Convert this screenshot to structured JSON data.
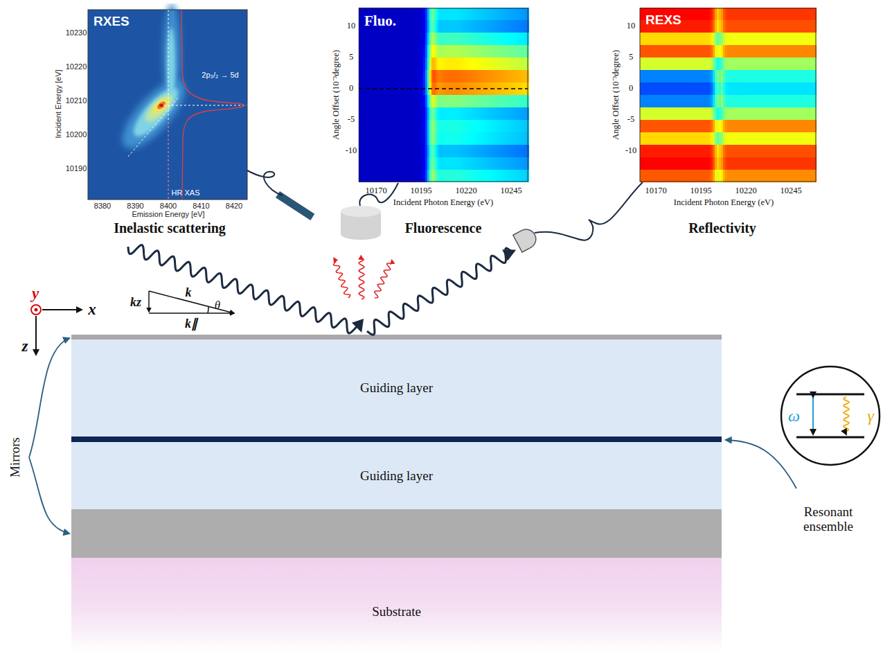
{
  "diagram": {
    "nodes": [
      {
        "text": [
          "RXES"
        ]
      },
      {
        "text": [
          "Fluo."
        ]
      },
      {
        "text": [
          "REXS"
        ]
      },
      {
        "text": [
          "Guiding layer"
        ]
      },
      {
        "text": [
          "Guiding layer"
        ]
      },
      {
        "text": [
          "Substrate"
        ]
      },
      {
        "text": [
          "ω",
          "γ"
        ]
      }
    ],
    "labels": [
      "10230",
      "10220",
      "10210",
      "10200",
      "10190",
      "8380",
      "8390",
      "8400",
      "8410",
      "8420",
      "Incident Energy [eV]",
      "Emission Energy [eV]",
      "2p₃/₂ → 5d",
      "HR XAS",
      "10",
      "5",
      "0",
      "-5",
      "-10",
      "10170",
      "10195",
      "10220",
      "10245",
      "Angle Offset (10⁻³degree)",
      "Incident Photon Energy (eV)",
      "10",
      "5",
      "0",
      "-5",
      "-10",
      "10170",
      "10195",
      "10220",
      "10245",
      "Angle Offset (10⁻³degree)",
      "Incident Photon Energy (eV)",
      "Inelastic scattering",
      "Fluorescence",
      "Reflectivity",
      "y",
      "x",
      "z",
      "k",
      "kz",
      "θ",
      "k∥",
      "Mirrors",
      "Resonant ensemble"
    ]
  }
}
